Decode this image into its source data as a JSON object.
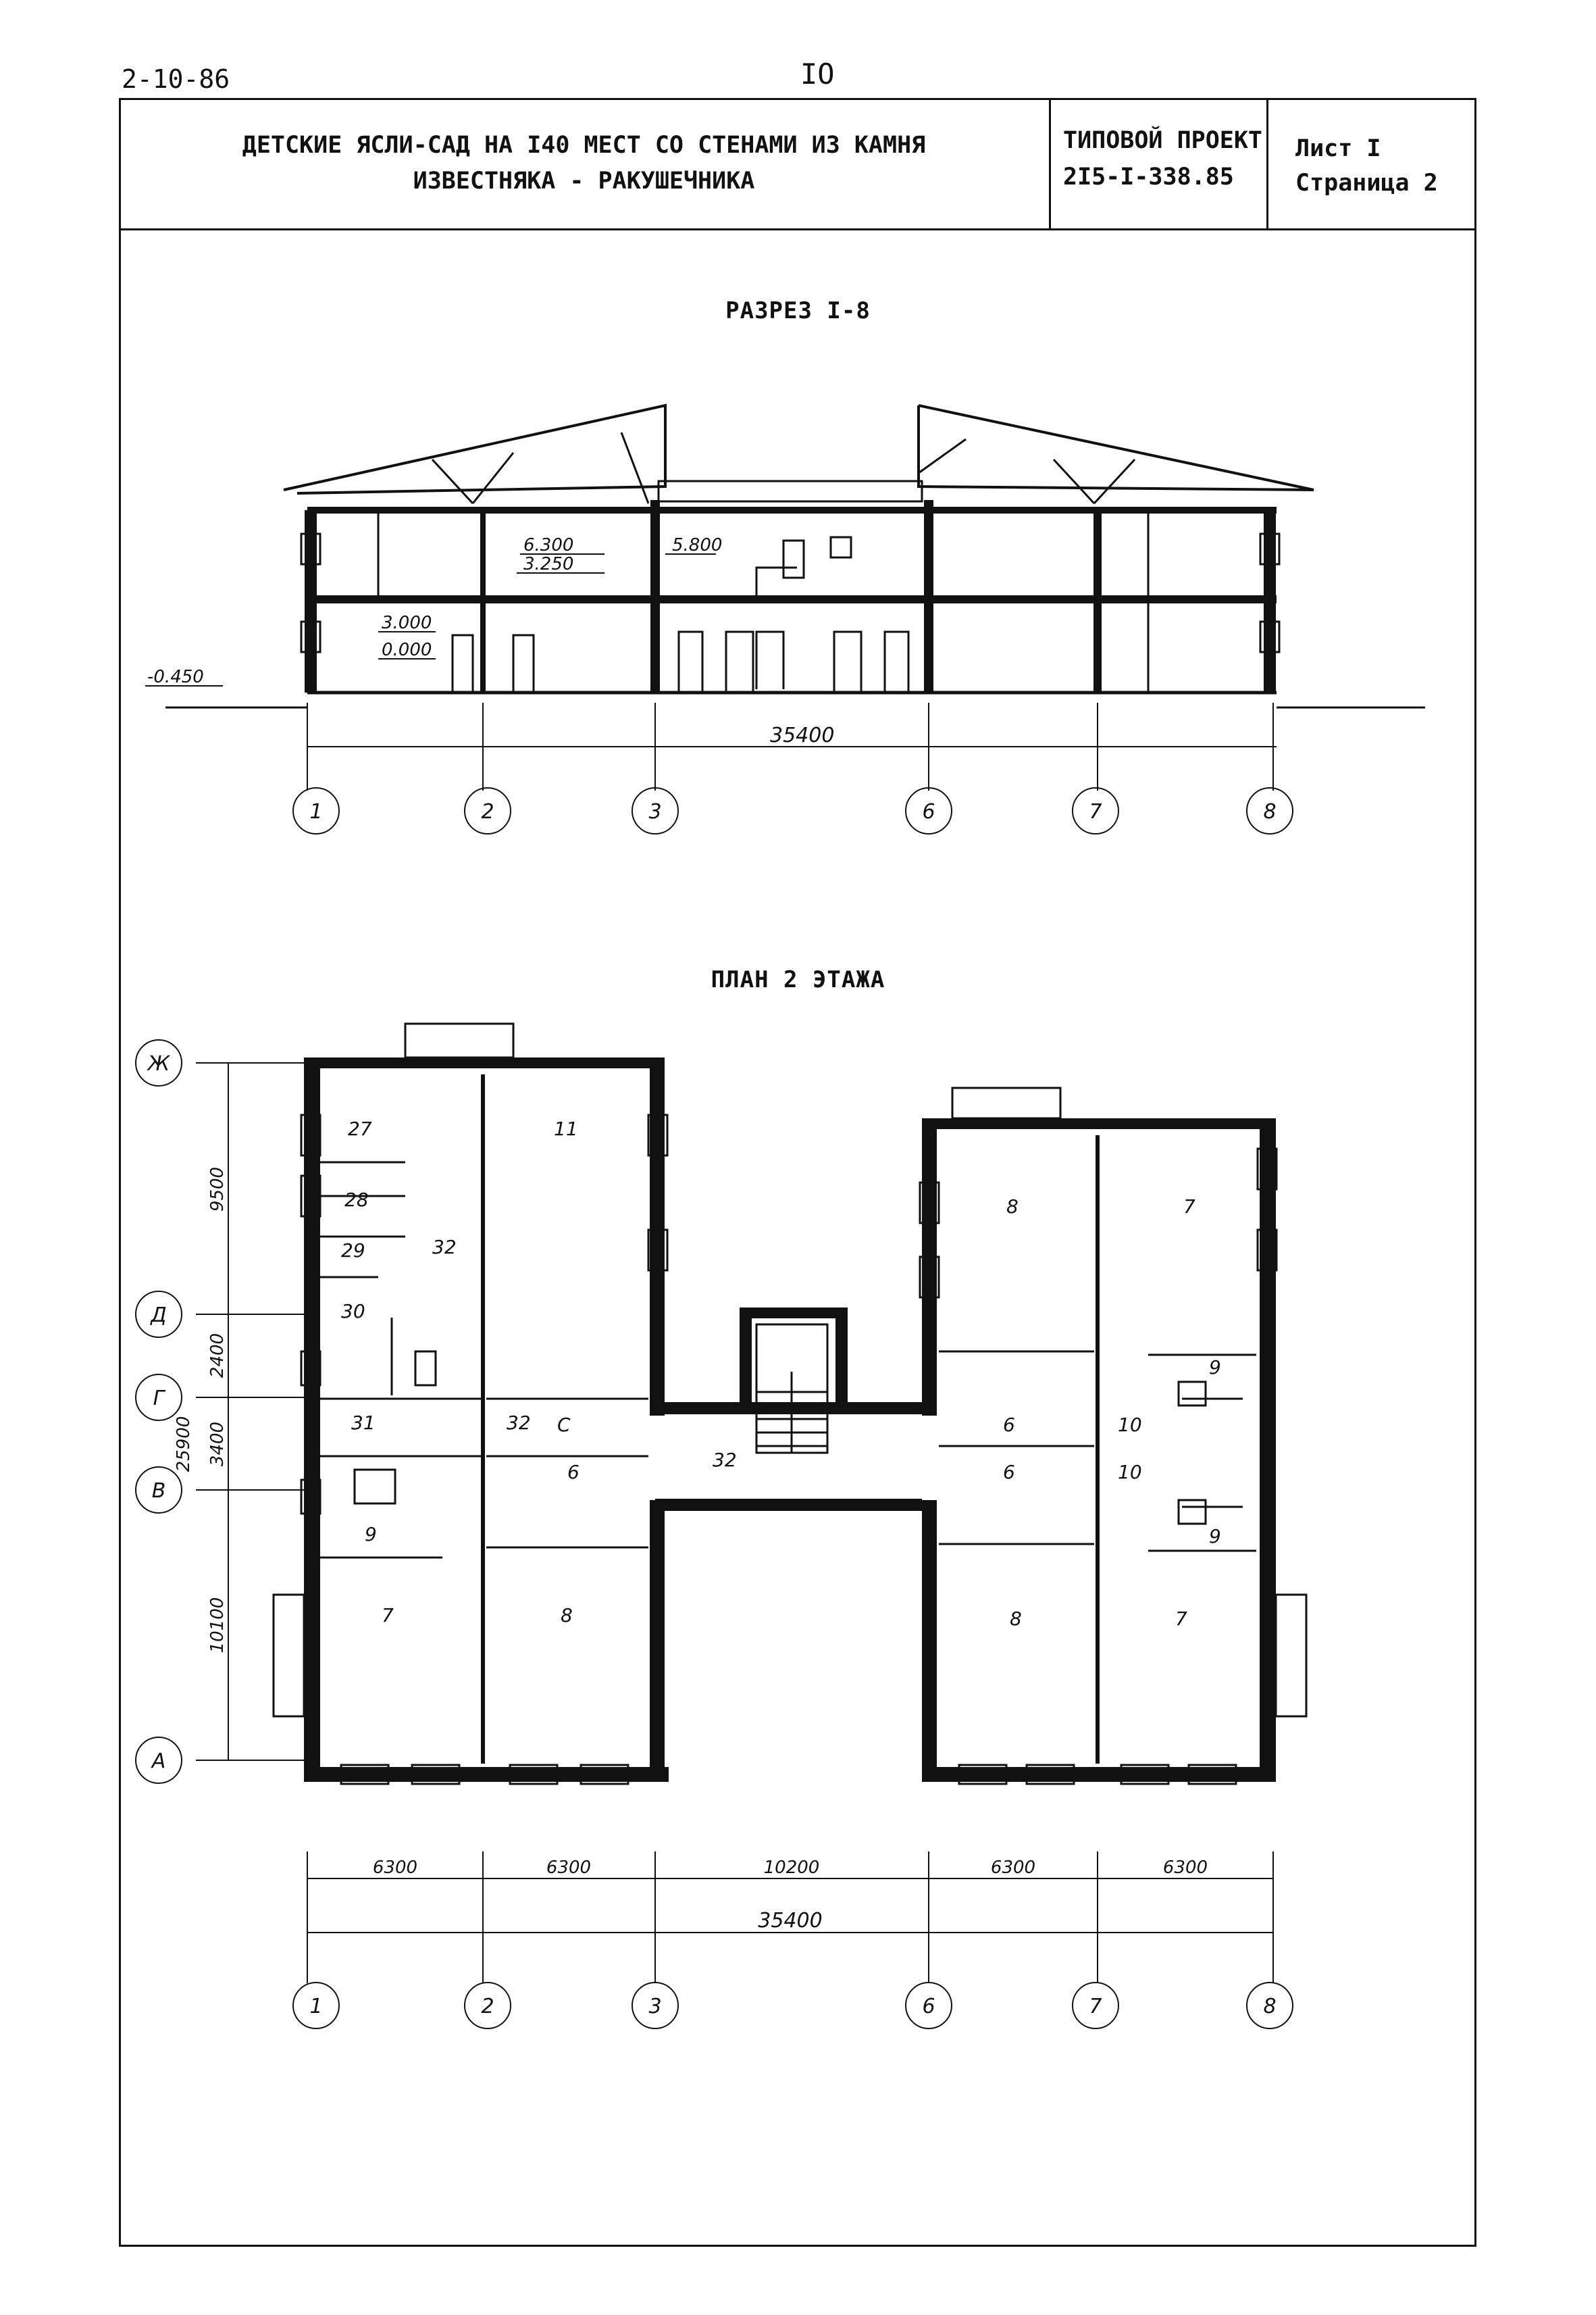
{
  "top": {
    "code": "2-10-86",
    "page_number": "IO"
  },
  "header": {
    "title_line1": "ДЕТСКИЕ ЯСЛИ-САД НА I40 МЕСТ СО СТЕНАМИ ИЗ КАМНЯ",
    "title_line2": "ИЗВЕСТНЯКА - РАКУШЕЧНИКА",
    "project_line1": "ТИПОВОЙ ПРОЕКТ",
    "project_line2": "2I5-I-338.85",
    "sheet_line1": "Лист I",
    "sheet_line2": "Страница 2"
  },
  "section": {
    "title": "РАЗРЕЗ I-8",
    "marks": [
      "6.300",
      "3.250",
      "5.800",
      "3.000",
      "0.000",
      "-0.450"
    ],
    "overall_dimension": "35400",
    "axes": [
      "1",
      "2",
      "3",
      "6",
      "7",
      "8"
    ]
  },
  "plan": {
    "title": "ПЛАН 2 ЭТАЖА",
    "row_axes": [
      "Ж",
      "Д",
      "Г",
      "В",
      "А"
    ],
    "row_dimensions": [
      "9500",
      "2400",
      "3400",
      "10100"
    ],
    "row_overall": "25900",
    "column_dimensions": [
      "6300",
      "6300",
      "10200",
      "6300",
      "6300"
    ],
    "column_overall": "35400",
    "column_axes": [
      "1",
      "2",
      "3",
      "6",
      "7",
      "8"
    ],
    "rooms_left": [
      "27",
      "28",
      "29",
      "30",
      "31",
      "32",
      "11",
      "32",
      "6",
      "9",
      "7",
      "8"
    ],
    "section_mark": "С",
    "room_center": "32",
    "rooms_right": [
      "8",
      "7",
      "6",
      "6",
      "10",
      "10",
      "9",
      "9",
      "8",
      "7"
    ]
  }
}
